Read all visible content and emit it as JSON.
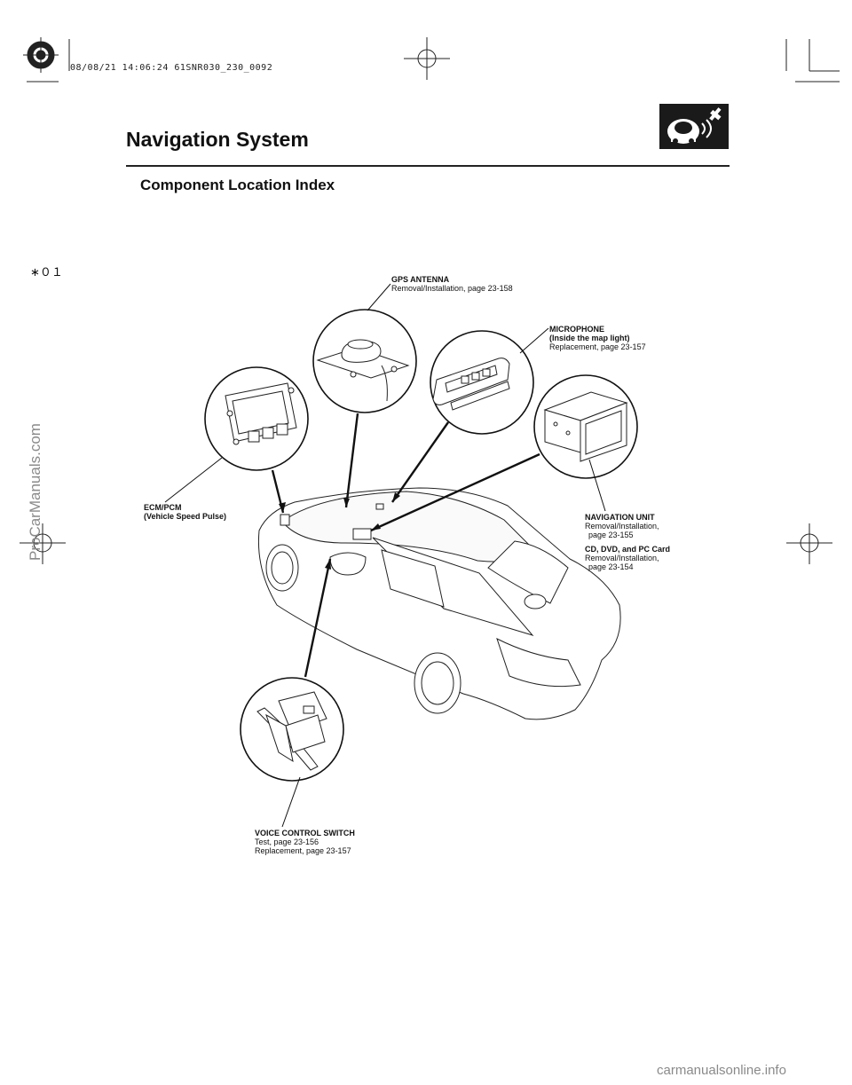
{
  "print_stamp": "08/08/21 14:06:24 61SNR030_230_0092",
  "page_title": "Navigation System",
  "section_title": "Component Location Index",
  "margin_mark": "∗０１",
  "callouts": {
    "gps_antenna": {
      "name": "GPS ANTENNA",
      "refs": [
        "Removal/Installation, page 23-158"
      ]
    },
    "microphone": {
      "name": "MICROPHONE",
      "sub": "(Inside the map light)",
      "refs": [
        "Replacement, page 23-157"
      ]
    },
    "ecm_pcm": {
      "name": "ECM/PCM",
      "sub": "(Vehicle Speed Pulse)"
    },
    "navigation_unit": {
      "name": "NAVIGATION UNIT",
      "refs": [
        "Removal/Installation,",
        "page 23-155"
      ]
    },
    "cd_dvd_card": {
      "name": "CD, DVD, and PC Card",
      "refs": [
        "Removal/Installation,",
        "page 23-154"
      ]
    },
    "voice_control_switch": {
      "name": "VOICE CONTROL SWITCH",
      "refs": [
        "Test, page 23-156",
        "Replacement, page 23-157"
      ]
    }
  },
  "watermarks": {
    "side": "ProCarManuals.com",
    "bottom": "carmanualsonline.info"
  },
  "colors": {
    "ink": "#111111",
    "badge": "#1a1a1a",
    "watermark": "#8a8a8a"
  },
  "icons": {
    "section_badge": "navigation-satellite-icon"
  }
}
